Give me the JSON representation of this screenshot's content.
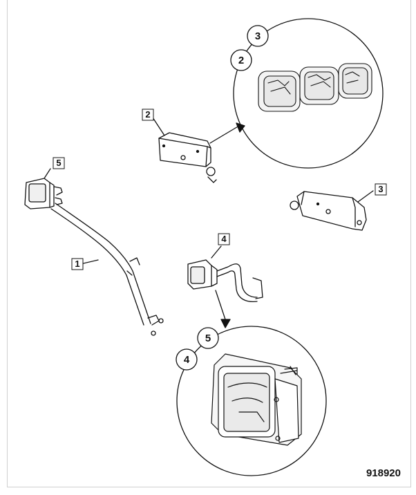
{
  "figure_id": "918920",
  "callouts": {
    "bracket": "1",
    "rear_light_left": "2",
    "rear_light_right": "3",
    "work_light_front": "4",
    "work_light_mirror": "5"
  },
  "detail_top": {
    "labels": [
      "3",
      "2"
    ]
  },
  "detail_bottom": {
    "labels": [
      "5",
      "4"
    ]
  }
}
